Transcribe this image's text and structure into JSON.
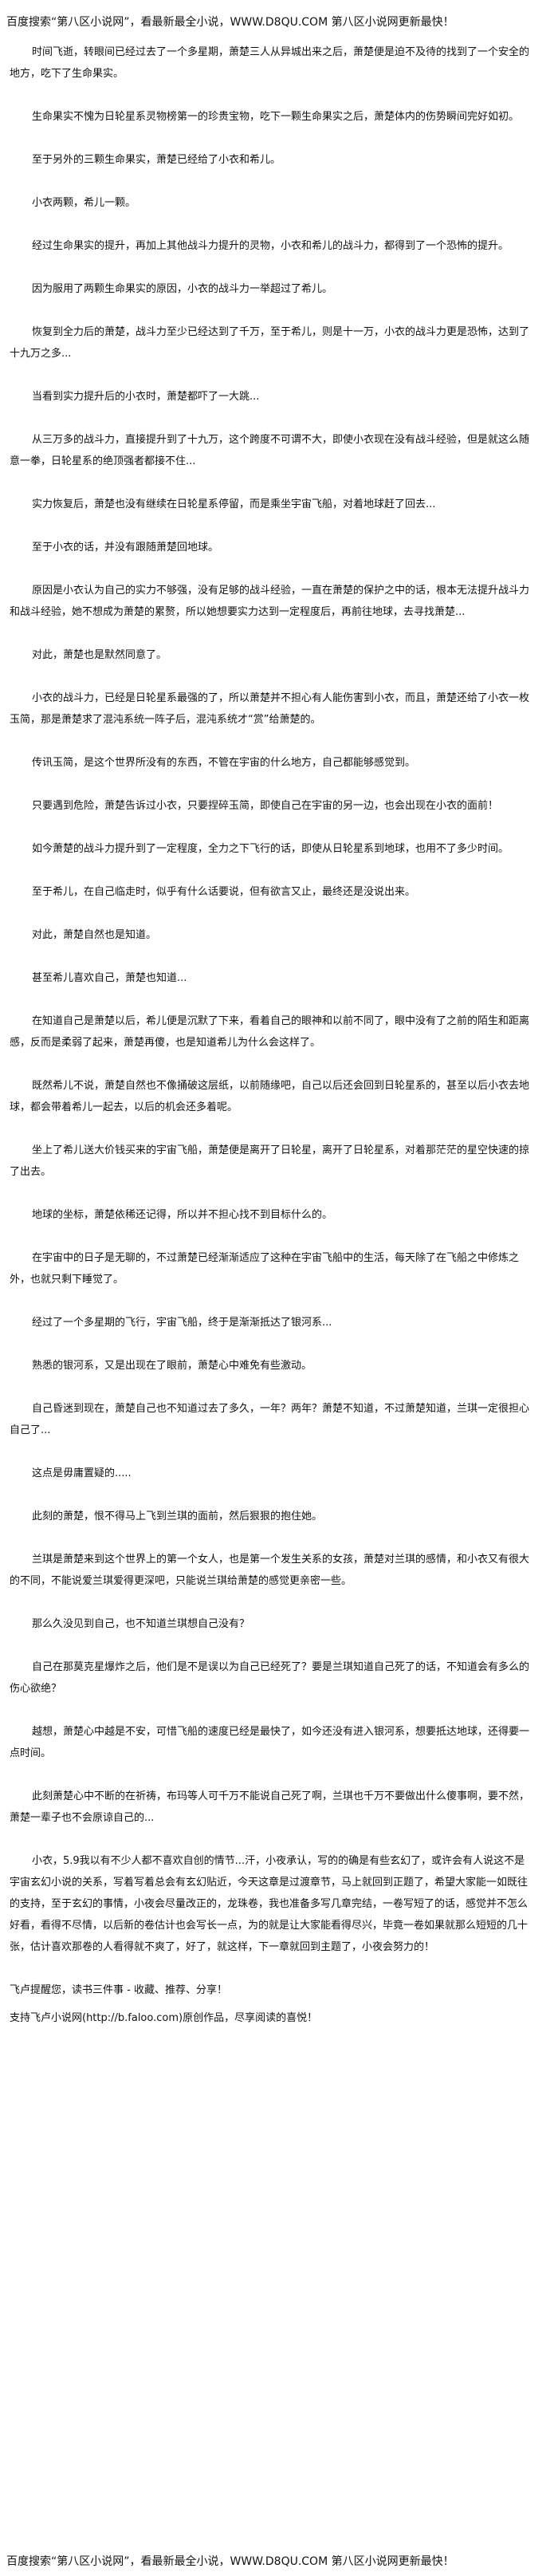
{
  "banner_top": "百度搜索“第八区小说网”，看最新最全小说，WWW.D8QU.COM  第八区小说网更新最快！",
  "banner_bottom": "百度搜索“第八区小说网”，看最新最全小说，WWW.D8QU.COM  第八区小说网更新最快！",
  "paragraphs": [
    "时间飞逝，转眼间已经过去了一个多星期，萧楚三人从异城出来之后，萧楚便是迫不及待的找到了一个安全的地方，吃下了生命果实。",
    "生命果实不愧为日轮星系灵物榜第一的珍贵宝物，吃下一颗生命果实之后，萧楚体内的伤势瞬间完好如初。",
    "至于另外的三颗生命果实，萧楚已经给了小衣和希儿。",
    "小衣两颗，希儿一颗。",
    "经过生命果实的提升，再加上其他战斗力提升的灵物，小衣和希儿的战斗力，都得到了一个恐怖的提升。",
    "因为服用了两颗生命果实的原因，小衣的战斗力一举超过了希儿。",
    "恢复到全力后的萧楚，战斗力至少已经达到了千万，至于希儿，则是十一万，小衣的战斗力更是恐怖，达到了十九万之多...",
    "当看到实力提升后的小衣时，萧楚都吓了一大跳...",
    "从三万多的战斗力，直接提升到了十九万，这个跨度不可谓不大，即使小衣现在没有战斗经验，但是就这么随意一拳，日轮星系的绝顶强者都接不住...",
    "实力恢复后，萧楚也没有继续在日轮星系停留，而是乘坐宇宙飞船，对着地球赶了回去...",
    "至于小衣的话，并没有跟随萧楚回地球。",
    "原因是小衣认为自己的实力不够强，没有足够的战斗经验，一直在萧楚的保护之中的话，根本无法提升战斗力和战斗经验，她不想成为萧楚的累赘，所以她想要实力达到一定程度后，再前往地球，去寻找萧楚...",
    "对此，萧楚也是默然同意了。",
    "小衣的战斗力，已经是日轮星系最强的了，所以萧楚并不担心有人能伤害到小衣，而且，萧楚还给了小衣一枚玉简，那是萧楚求了混沌系统一阵子后，混沌系统才“赏”给萧楚的。",
    "传讯玉简，是这个世界所没有的东西，不管在宇宙的什么地方，自己都能够感觉到。",
    "只要遇到危险，萧楚告诉过小衣，只要捏碎玉简，即使自己在宇宙的另一边，也会出现在小衣的面前！",
    "如今萧楚的战斗力提升到了一定程度，全力之下飞行的话，即使从日轮星系到地球，也用不了多少时间。",
    "至于希儿，在自己临走时，似乎有什么话要说，但有欲言又止，最终还是没说出来。",
    "对此，萧楚自然也是知道。",
    "甚至希儿喜欢自己，萧楚也知道...",
    "在知道自己是萧楚以后，希儿便是沉默了下来，看着自己的眼神和以前不同了，眼中没有了之前的陌生和距离感，反而是柔弱了起来，萧楚再傻，也是知道希儿为什么会这样了。",
    "既然希儿不说，萧楚自然也不像捅破这层纸，以前随缘吧，自己以后还会回到日轮星系的，甚至以后小衣去地球，都会带着希儿一起去，以后的机会还多着呢。",
    "坐上了希儿送大价钱买来的宇宙飞船，萧楚便是离开了日轮星，离开了日轮星系，对着那茫茫的星空快速的掠了出去。",
    "地球的坐标，萧楚依稀还记得，所以并不担心找不到目标什么的。",
    "在宇宙中的日子是无聊的，不过萧楚已经渐渐适应了这种在宇宙飞船中的生活，每天除了在飞船之中修炼之外，也就只剩下睡觉了。",
    "经过了一个多星期的飞行，宇宙飞船，终于是渐渐抵达了银河系...",
    "熟悉的银河系，又是出现在了眼前，萧楚心中难免有些激动。",
    "自己昏迷到现在，萧楚自己也不知道过去了多久，一年？两年？萧楚不知道，不过萧楚知道，兰琪一定很担心自己了...",
    "这点是毋庸置疑的.....",
    "此刻的萧楚，恨不得马上飞到兰琪的面前，然后狠狠的抱住她。",
    "兰琪是萧楚来到这个世界上的第一个女人，也是第一个发生关系的女孩，萧楚对兰琪的感情，和小衣又有很大的不同，不能说爱兰琪爱得更深吧，只能说兰琪给萧楚的感觉更亲密一些。",
    "那么久没见到自己，也不知道兰琪想自己没有？",
    "自己在那莫克星爆炸之后，他们是不是误以为自己已经死了？要是兰琪知道自己死了的话，不知道会有多么的伤心欲绝？",
    "越想，萧楚心中越是不安，可惜飞船的速度已经是最快了，如今还没有进入银河系，想要抵达地球，还得要一点时间。",
    "此刻萧楚心中不断的在祈祷，布玛等人可千万不能说自己死了啊，兰琪也千万不要做出什么傻事啊，要不然，萧楚一辈子也不会原谅自己的...",
    "小衣，5.9我以有不少人都不喜欢自创的情节...汗，小夜承认，写的的确是有些玄幻了，或许会有人说这不是宇宙玄幻小说的关系，写着写着总会有玄幻贴近，今天这章是过渡章节，马上就回到正题了，希望大家能一如既往的支持，至于玄幻的事情，小夜会尽量改正的，龙珠卷，我也准备多写几章完结，一卷写短了的话，感觉并不怎么好看，看得不尽情，以后新的卷估计也会写长一点，为的就是让大家能看得尽兴，毕竟一卷如果就那么短短的几十张，估计喜欢那卷的人看得就不爽了，好了，就这样，下一章就回到主题了，小夜会努力的！",
    "飞卢提醒您，读书三件事 - 收藏、推荐、分享！",
    "支持飞卢小说网(http://b.faloo.com)原创作品，尽享阅读的喜悦！"
  ]
}
